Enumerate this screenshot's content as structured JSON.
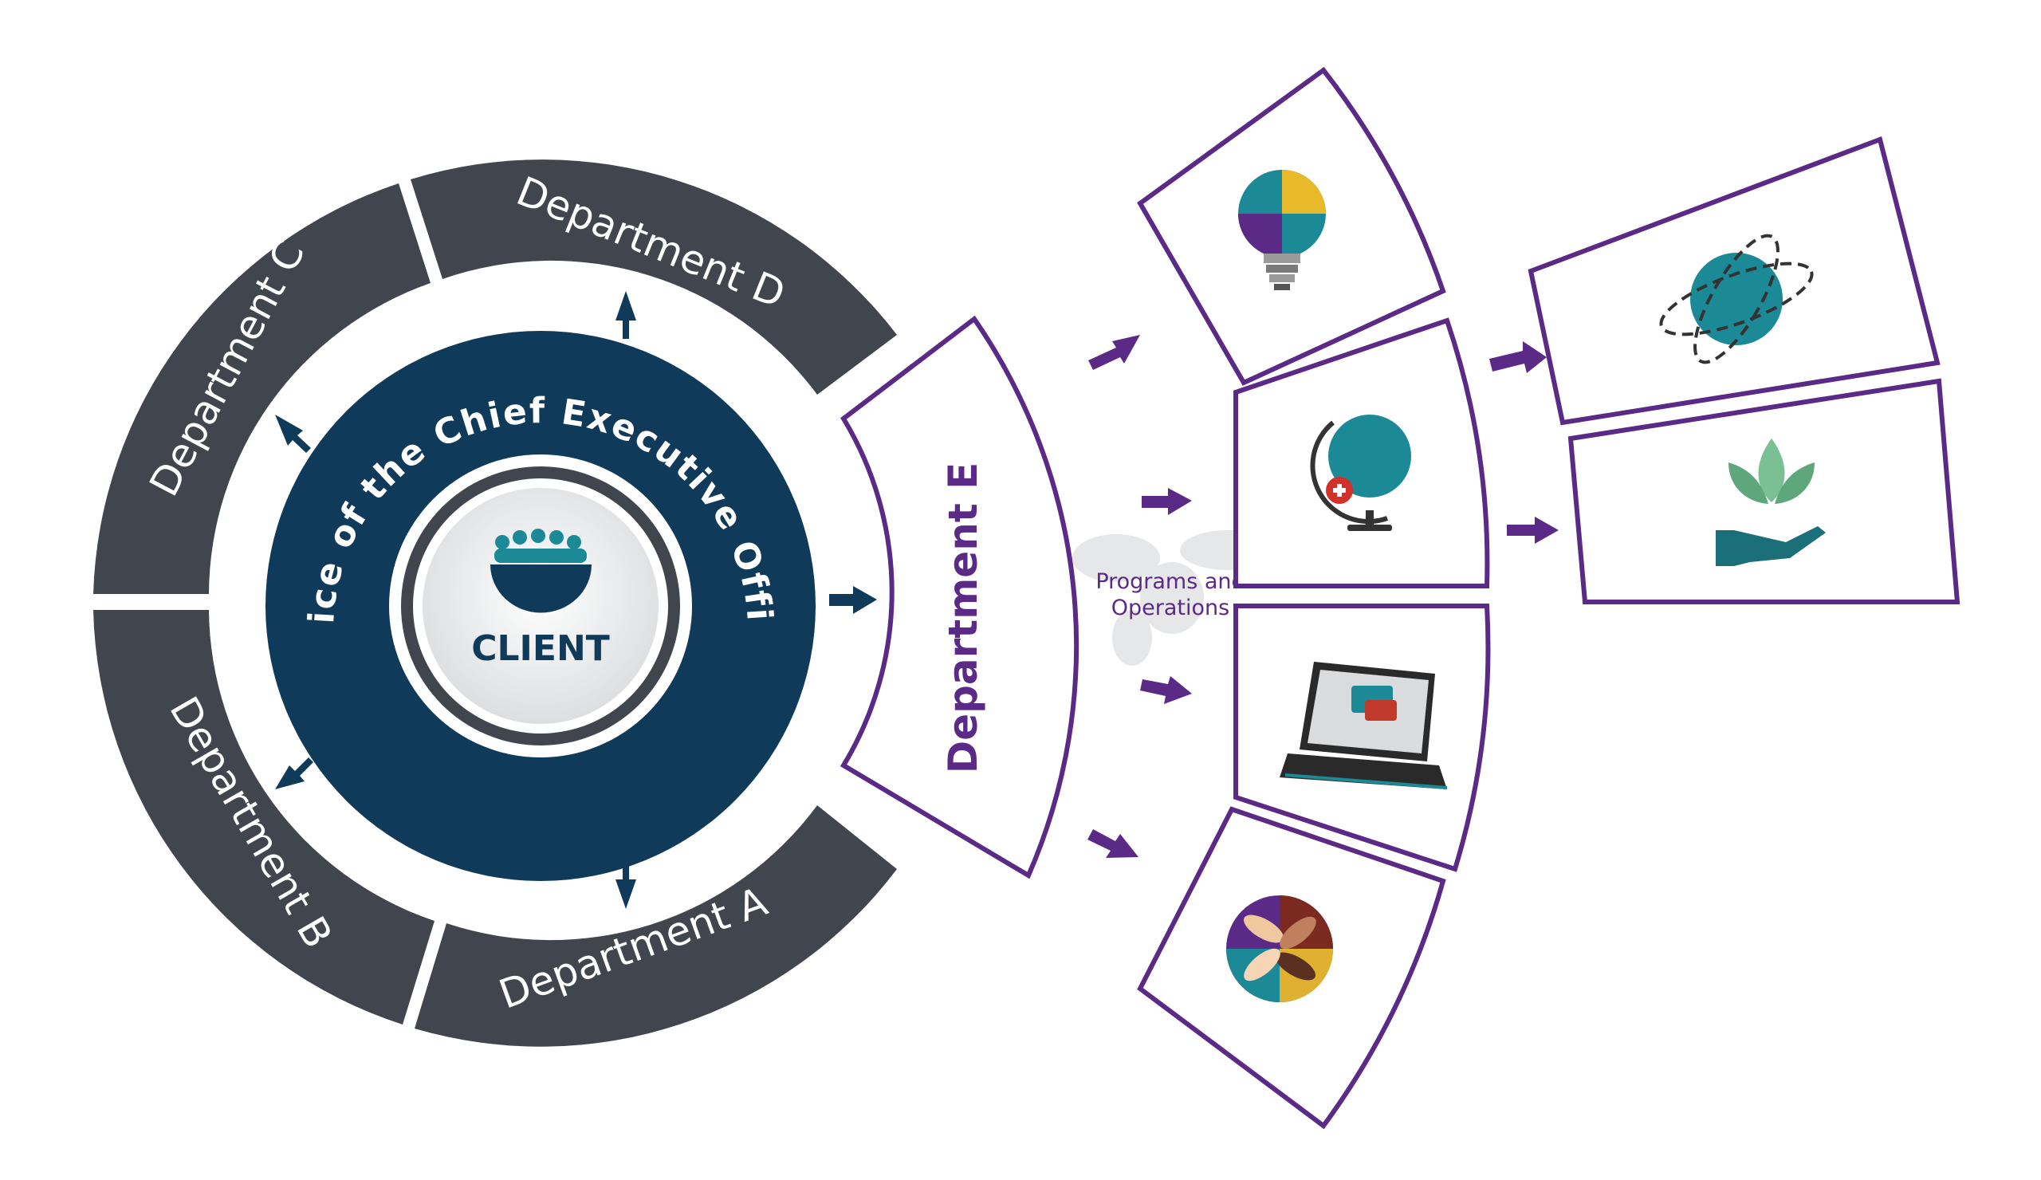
{
  "colors": {
    "navy": "#0f3a5a",
    "dark_gray": "#41464e",
    "purple": "#5b2a86",
    "teal": "#1b8a96",
    "light_gray": "#e9eaea",
    "arrow_navy": "#0f3a5a",
    "arrow_purple": "#5b2a86"
  },
  "center": {
    "label": "CLIENT",
    "icon": "people-group-icon"
  },
  "ceo_ring": {
    "label": "Office of the Chief Executive Officer"
  },
  "departments": {
    "a": "Department A",
    "b": "Department B",
    "c": "Department C",
    "d": "Department D",
    "e": "Department E"
  },
  "programs_label": {
    "line1": "Programs and",
    "line2": "Operations"
  },
  "program_cards": [
    {
      "icon": "lightbulb-puzzle-icon"
    },
    {
      "icon": "globe-health-icon"
    },
    {
      "icon": "laptop-chat-icon"
    },
    {
      "icon": "diverse-hands-icon"
    }
  ],
  "outcome_cards": [
    {
      "icon": "orbiting-globe-icon"
    },
    {
      "icon": "lotus-hand-icon"
    }
  ]
}
